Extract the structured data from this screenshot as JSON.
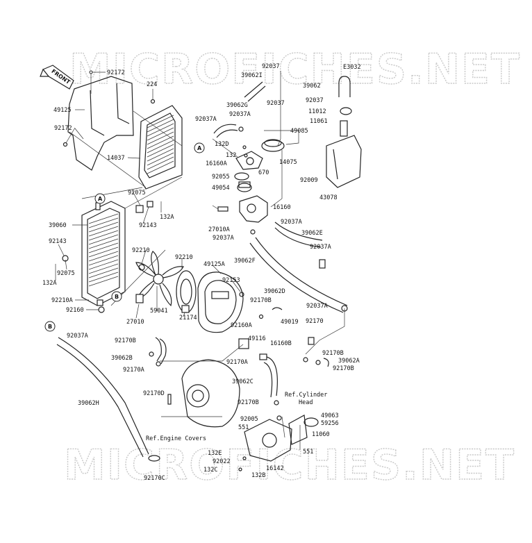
{
  "diagram_code": "E3032",
  "watermark": "MICROFICHES.NET",
  "front_marker": "FRONT",
  "callouts": [
    "A",
    "A",
    "B",
    "B"
  ],
  "labels": [
    {
      "id": "l1",
      "text": "92172"
    },
    {
      "id": "l2",
      "text": "224"
    },
    {
      "id": "l3",
      "text": "92037"
    },
    {
      "id": "l4",
      "text": "39062I"
    },
    {
      "id": "l5",
      "text": "92037"
    },
    {
      "id": "l6",
      "text": "39062G"
    },
    {
      "id": "l7",
      "text": "92037A"
    },
    {
      "id": "l8",
      "text": "92037A"
    },
    {
      "id": "l9",
      "text": "49085"
    },
    {
      "id": "l10",
      "text": "132D"
    },
    {
      "id": "l11",
      "text": "132"
    },
    {
      "id": "l12",
      "text": "16160A"
    },
    {
      "id": "l13",
      "text": "670"
    },
    {
      "id": "l14",
      "text": "14075"
    },
    {
      "id": "l15",
      "text": "92055"
    },
    {
      "id": "l16",
      "text": "49054"
    },
    {
      "id": "l17",
      "text": "16160"
    },
    {
      "id": "l18",
      "text": "27010A"
    },
    {
      "id": "l19",
      "text": "92037A"
    },
    {
      "id": "l20",
      "text": "92037A"
    },
    {
      "id": "l21",
      "text": "39062E"
    },
    {
      "id": "l22",
      "text": "92037A"
    },
    {
      "id": "l23",
      "text": "39062F"
    },
    {
      "id": "l24",
      "text": "E3032"
    },
    {
      "id": "l25",
      "text": "39062"
    },
    {
      "id": "l26",
      "text": "92037"
    },
    {
      "id": "l27",
      "text": "11012"
    },
    {
      "id": "l28",
      "text": "11061"
    },
    {
      "id": "l29",
      "text": "92009"
    },
    {
      "id": "l30",
      "text": "43078"
    },
    {
      "id": "l31",
      "text": "49125"
    },
    {
      "id": "l32",
      "text": "92172"
    },
    {
      "id": "l33",
      "text": "14037"
    },
    {
      "id": "l34",
      "text": "92075"
    },
    {
      "id": "l35",
      "text": "132A"
    },
    {
      "id": "l36",
      "text": "92143"
    },
    {
      "id": "l37",
      "text": "39060"
    },
    {
      "id": "l38",
      "text": "92143"
    },
    {
      "id": "l39",
      "text": "92075"
    },
    {
      "id": "l40",
      "text": "132A"
    },
    {
      "id": "l41",
      "text": "92210"
    },
    {
      "id": "l42",
      "text": "92210"
    },
    {
      "id": "l43",
      "text": "49125A"
    },
    {
      "id": "l44",
      "text": "92153"
    },
    {
      "id": "l45",
      "text": "92210A"
    },
    {
      "id": "l46",
      "text": "92160"
    },
    {
      "id": "l47",
      "text": "27010"
    },
    {
      "id": "l48",
      "text": "59041"
    },
    {
      "id": "l49",
      "text": "21174"
    },
    {
      "id": "l50",
      "text": "39062D"
    },
    {
      "id": "l51",
      "text": "92170B"
    },
    {
      "id": "l52",
      "text": "92037A"
    },
    {
      "id": "l53",
      "text": "49019"
    },
    {
      "id": "l54",
      "text": "92170"
    },
    {
      "id": "l55",
      "text": "92160A"
    },
    {
      "id": "l56",
      "text": "49116"
    },
    {
      "id": "l57",
      "text": "16160B"
    },
    {
      "id": "l58",
      "text": "92037A"
    },
    {
      "id": "l59",
      "text": "92170B"
    },
    {
      "id": "l60",
      "text": "39062B"
    },
    {
      "id": "l61",
      "text": "92170A"
    },
    {
      "id": "l62",
      "text": "92170A"
    },
    {
      "id": "l63",
      "text": "92170B"
    },
    {
      "id": "l64",
      "text": "39062A"
    },
    {
      "id": "l65",
      "text": "92170B"
    },
    {
      "id": "l66",
      "text": "39062C"
    },
    {
      "id": "l67",
      "text": "92170D"
    },
    {
      "id": "l68",
      "text": "39062H"
    },
    {
      "id": "l69",
      "text": "92170B"
    },
    {
      "id": "l70",
      "text": "49063"
    },
    {
      "id": "l71",
      "text": "59256"
    },
    {
      "id": "l72",
      "text": "92005"
    },
    {
      "id": "l73",
      "text": "551"
    },
    {
      "id": "l74",
      "text": "11060"
    },
    {
      "id": "l75",
      "text": "551"
    },
    {
      "id": "l76",
      "text": "132E"
    },
    {
      "id": "l77",
      "text": "92022"
    },
    {
      "id": "l78",
      "text": "132C"
    },
    {
      "id": "l79",
      "text": "16142"
    },
    {
      "id": "l80",
      "text": "132B"
    },
    {
      "id": "l81",
      "text": "92170C"
    }
  ],
  "references": [
    {
      "id": "r1",
      "text": "Ref.Cylinder"
    },
    {
      "id": "r2",
      "text": "Head"
    },
    {
      "id": "r3",
      "text": "Ref.Engine Covers"
    }
  ]
}
